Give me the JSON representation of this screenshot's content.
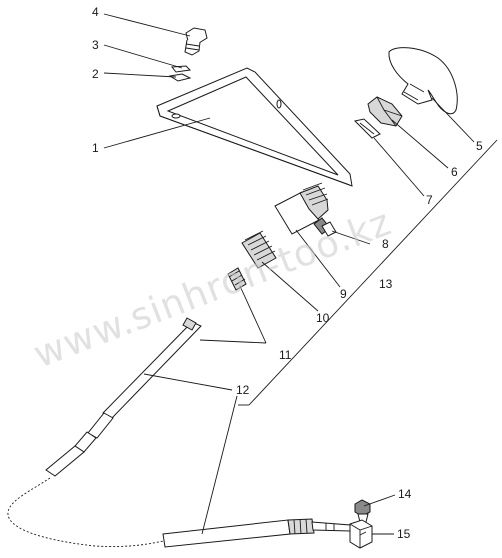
{
  "watermark": "www.sinhron-too.kz",
  "callouts": {
    "c1": "1",
    "c2": "2",
    "c3": "3",
    "c4": "4",
    "c5": "5",
    "c6": "6",
    "c7": "7",
    "c8": "8",
    "c9": "9",
    "c10": "10",
    "c11": "11",
    "c12": "12",
    "c13": "13",
    "c14": "14",
    "c15": "15"
  }
}
